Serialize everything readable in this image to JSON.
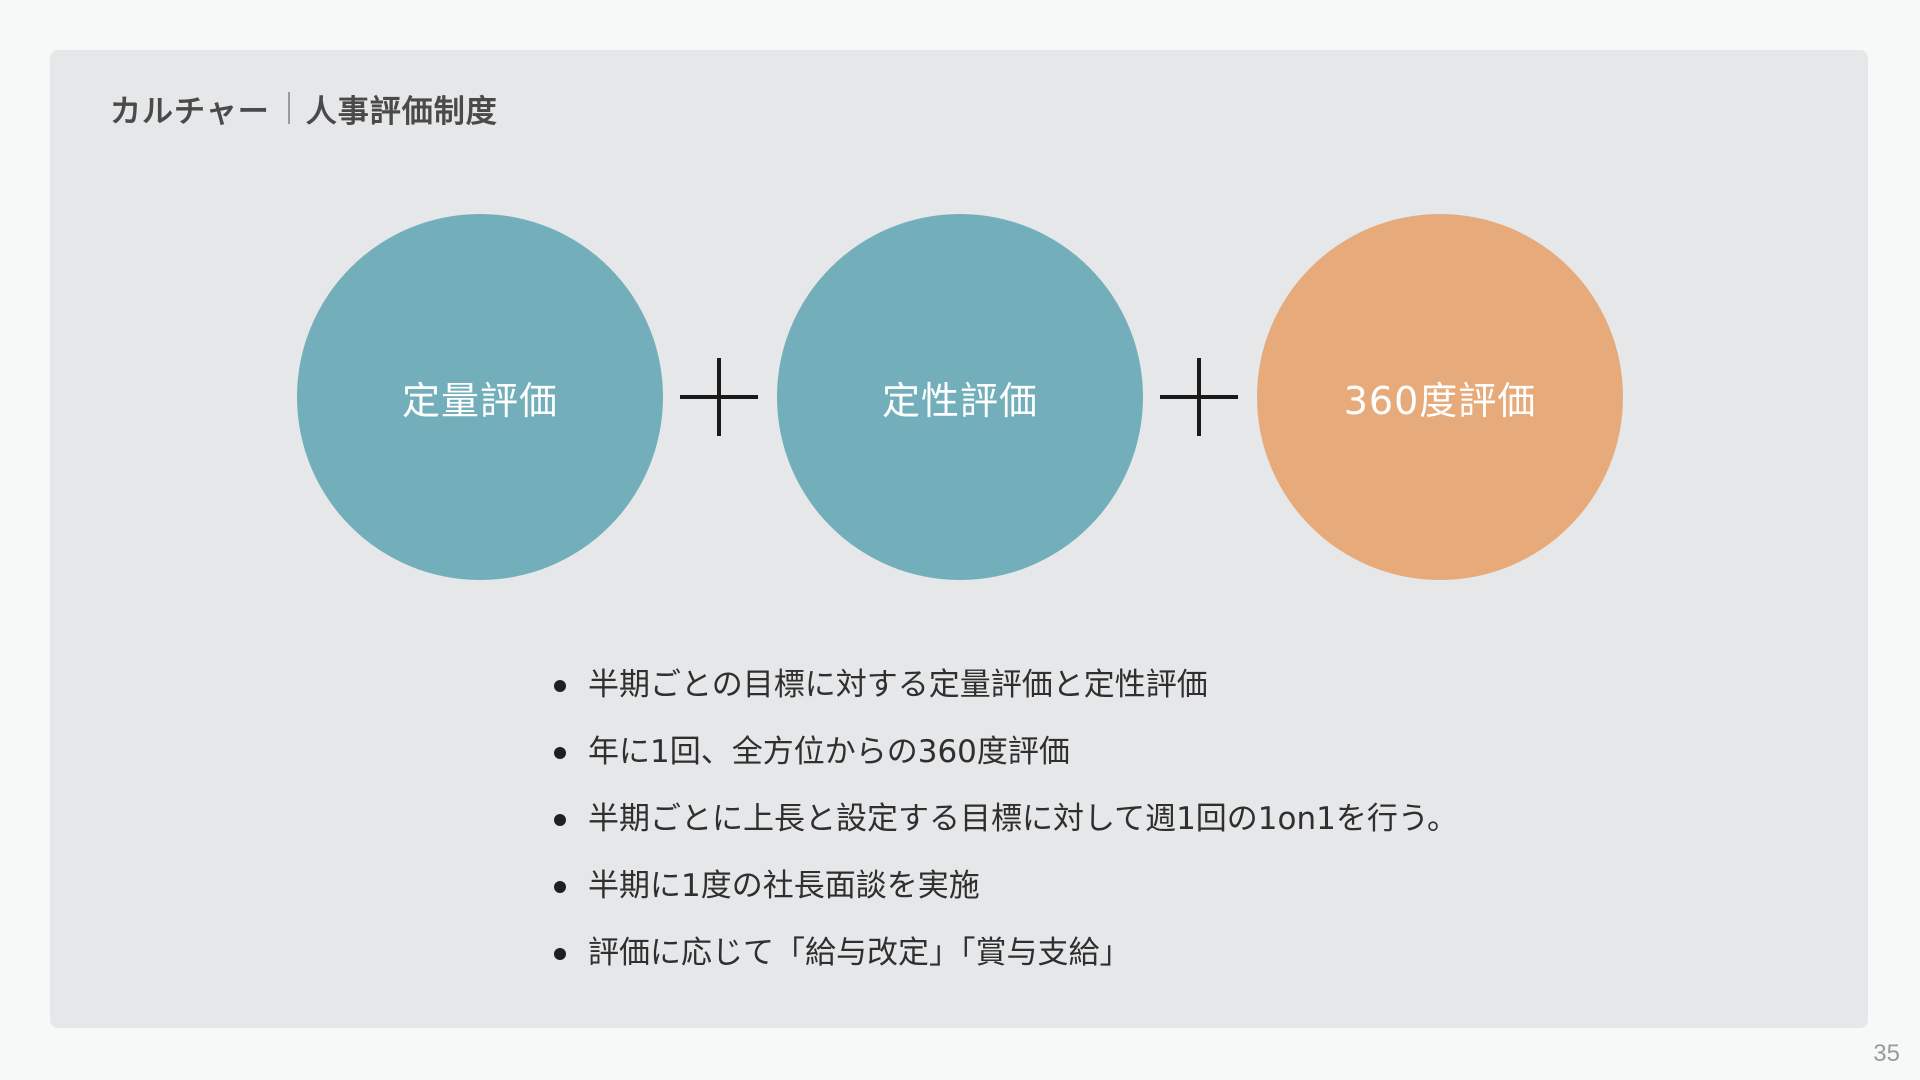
{
  "header": {
    "section": "カルチャー",
    "title": "人事評価制度"
  },
  "circles": [
    {
      "label": "定量評価",
      "color": "#73aebb"
    },
    {
      "label": "定性評価",
      "color": "#73aebb"
    },
    {
      "label": "360度評価",
      "color": "#e6aa7b"
    }
  ],
  "operators": {
    "plus_symbol": "plus-icon",
    "color": "#1a1a1a"
  },
  "bullets": [
    "半期ごとの目標に対する定量評価と定性評価",
    "年に1回、全方位からの360度評価",
    "半期ごとに上長と設定する目標に対して週1回の1on1を行う。",
    "半期に1度の社長面談を実施",
    "評価に応じて「給与改定」「賞与支給」"
  ],
  "page_number": "35",
  "colors": {
    "background": "#f7f8f8",
    "panel": "#e6e7e8",
    "teal": "#73aebb",
    "orange": "#e6aa7b"
  }
}
